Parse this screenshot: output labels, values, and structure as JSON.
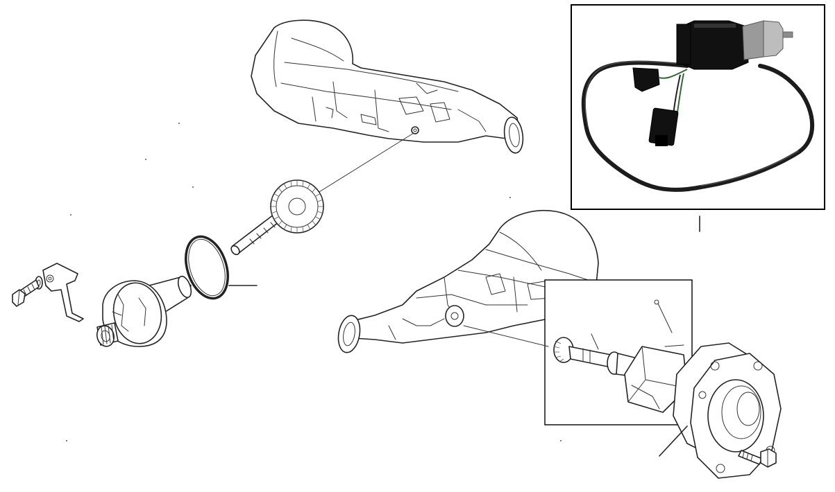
{
  "diagram": {
    "kind": "exploded parts diagram",
    "colors": {
      "line": "#222222",
      "background": "#ffffff",
      "inset_frame": "#000000",
      "sensor_body": "#111111",
      "sensor_nut": "#9a9a9a"
    },
    "parts": [
      "transmission-upper",
      "transmission-lower",
      "speedometer-driven-gear",
      "o-ring-seal",
      "speedometer-gear-housing",
      "retaining-fork",
      "retaining-bolt",
      "speed-sensor-with-harness",
      "pulse-generator-assembly",
      "extension-housing-cover",
      "cover-bolt"
    ]
  }
}
